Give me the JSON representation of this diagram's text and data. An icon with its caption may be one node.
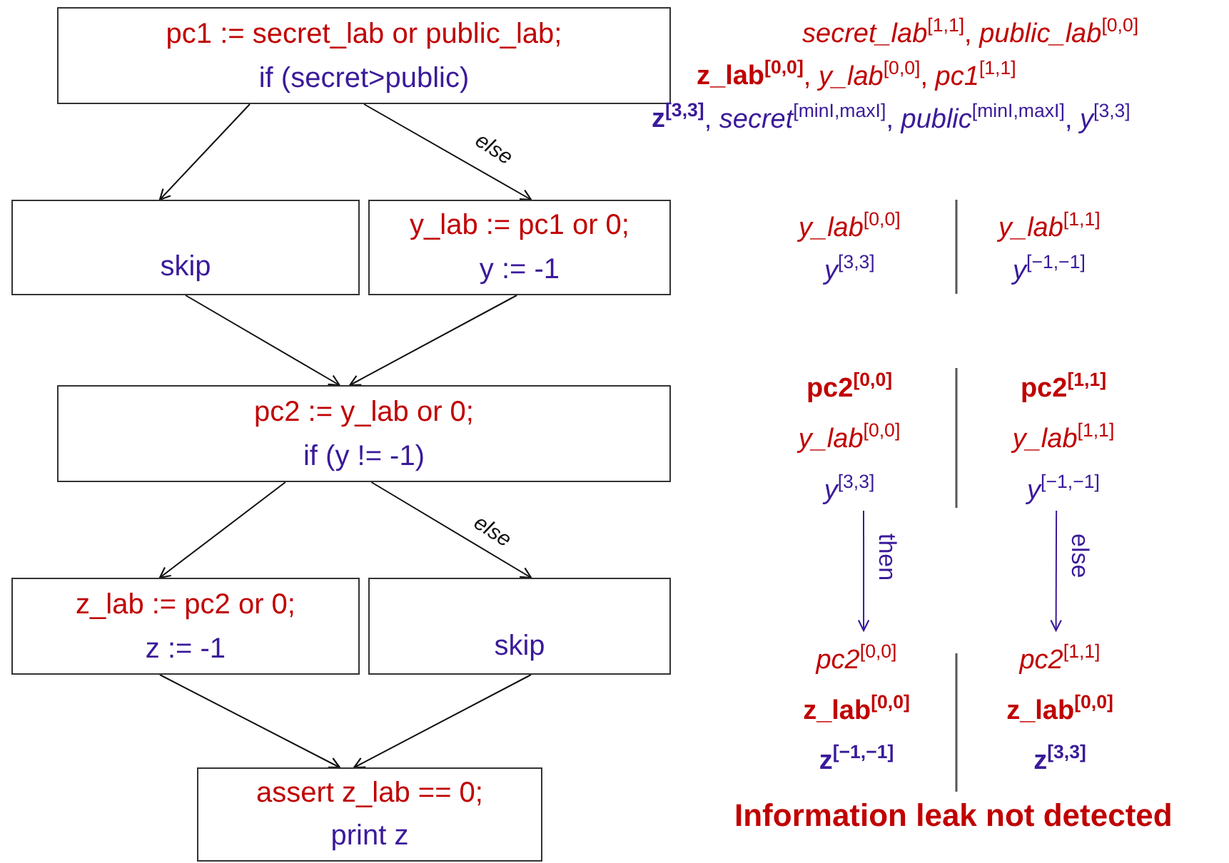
{
  "diagram": {
    "nodes": [
      {
        "text": [
          "pc1 := secret_lab or public_lab;",
          "if (secret>public)"
        ]
      },
      {
        "text": [
          "skip"
        ]
      },
      {
        "text": [
          "y_lab := pc1 or 0;",
          "y := -1"
        ]
      },
      {
        "text": [
          "pc2 := y_lab or 0;",
          "if (y != -1)"
        ]
      },
      {
        "text": [
          "z_lab := pc2 or 0;",
          "z := -1"
        ]
      },
      {
        "text": [
          "skip"
        ]
      },
      {
        "text": [
          "assert z_lab == 0;",
          "print z"
        ]
      },
      {
        "text": [
          "**pc2$^{[0,0]}$**",
          "*y_lab*$^{[0,0]}$",
          "*y*$^{[3,3]}$"
        ]
      },
      {
        "text": [
          "**pc2$^{[1,1]}$**",
          "*y_lab*$^{[1,1]}$",
          "*y*$^{[−1,−1]}$"
        ]
      },
      {
        "text": [
          "*pc2*$^{[0,0]}$",
          "**z_lab$^{[0,0]}$**",
          "**z$^{[−1,−1]}$**"
        ]
      },
      {
        "text": [
          "*pc2*$^{[1,1]}$",
          "**z_lab$^{[0,0]}$**",
          "**z$^{[3,3]}$**"
        ]
      }
    ],
    "edges": [
      {
        "from": 0,
        "to": 1,
        "arrow": "to"
      },
      {
        "from": 0,
        "to": 2,
        "arrow": "to",
        "label": "else"
      },
      {
        "from": 1,
        "to": 3,
        "arrow": "to"
      },
      {
        "from": 2,
        "to": 3,
        "arrow": "to"
      },
      {
        "from": 3,
        "to": 4,
        "arrow": "to"
      },
      {
        "from": 3,
        "to": 5,
        "arrow": "to",
        "label": "else"
      },
      {
        "from": 4,
        "to": 6,
        "arrow": "to"
      },
      {
        "from": 5,
        "to": 6,
        "arrow": "to"
      },
      {
        "from": 7,
        "to": 9,
        "arrow": "to",
        "label": "then",
        "color": "#3a1a9a"
      },
      {
        "from": 8,
        "to": 10,
        "arrow": "to",
        "label": "else",
        "color": "#3a1a9a"
      }
    ],
    "labels": [
      "*secret_lab*$^{[1,1]}$, *public_lab*$^{[0,0]}$",
      "**z_lab$^{[0,0]}$**, *y_lab*$^{[0,0]}$, *pc1*$^{[1,1]}$",
      "**z$^{[3,3]}$**, *secret*$^{[minI,maxI]}$, *public*$^{[minI,maxI]}$, *y*$^{[3,3]}$",
      "*y_lab*$^{[0,0]}$",
      "*y_lab*$^{[1,1]}$",
      "*y*$^{[3,3]}$",
      "*y*$^{[−1,−1]}$",
      "Information leak not detected"
    ]
  }
}
